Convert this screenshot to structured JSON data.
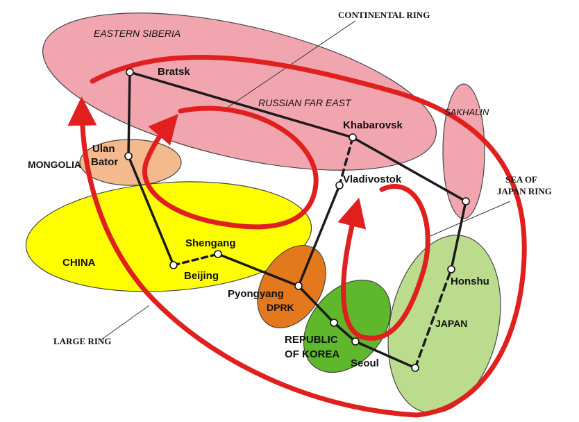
{
  "regions": {
    "eastern_siberia": "EASTERN SIBERIA",
    "russian_far_east": "RUSSIAN FAR EAST",
    "sakhalin": "SAKHALIN",
    "mongolia": "MONGOLIA",
    "china": "CHINA",
    "dprk": "DPRK",
    "republic_of_korea_1": "REPUBLIC",
    "republic_of_korea_2": "OF KOREA",
    "japan": "JAPAN"
  },
  "cities": {
    "bratsk": "Bratsk",
    "ulan_1": "Ulan",
    "ulan_2": "Bator",
    "khabarovsk": "Khabarovsk",
    "vladivostok": "Vladivostok",
    "shengang": "Shengang",
    "beijing": "Beijing",
    "pyongyang": "Pyongyang",
    "seoul": "Seoul",
    "honshu": "Honshu"
  },
  "rings": {
    "continental": "CONTINENTAL RING",
    "sea_of_japan_1": "SEA OF",
    "sea_of_japan_2": "JAPAN RING",
    "large": "LARGE RING"
  },
  "colors": {
    "siberia_fill": "#f1a5ae",
    "mongolia_fill": "#f4b98c",
    "china_fill": "#ffff00",
    "dprk_fill": "#e4781c",
    "korea_fill": "#5fb82c",
    "japan_fill": "#bbdc8c",
    "ring_red": "#e01f1f",
    "route_black": "#1a1a1a"
  }
}
